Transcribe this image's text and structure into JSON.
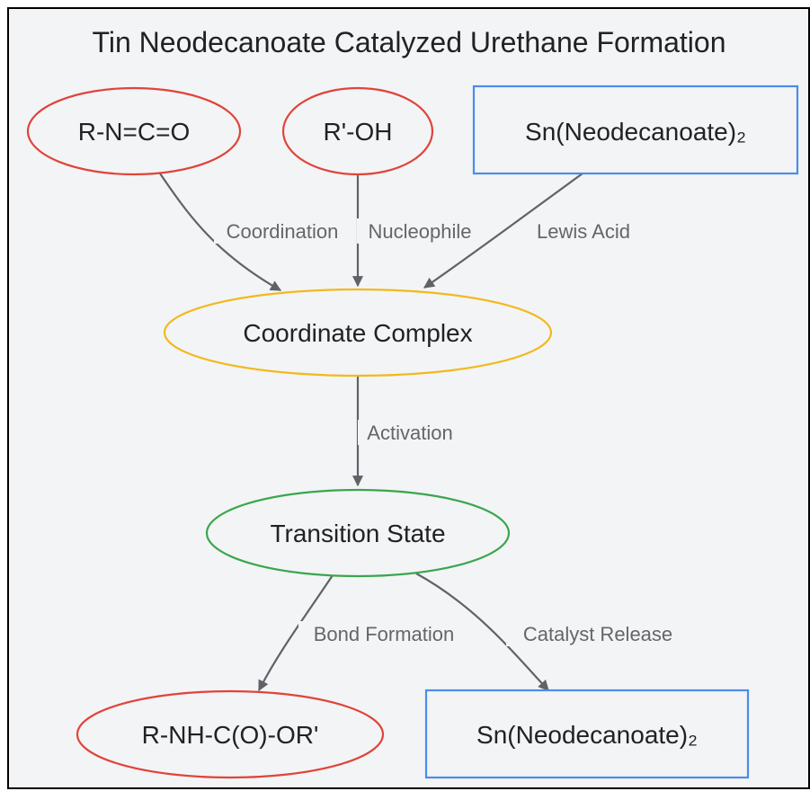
{
  "title": "Tin Neodecanoate Catalyzed Urethane Formation",
  "colors": {
    "reactant_stroke": "#e0443a",
    "catalyst_stroke": "#4a8de8",
    "complex_stroke": "#f2b91c",
    "transition_stroke": "#3aa64c",
    "edge": "#5f6368",
    "background": "#f3f4f6"
  },
  "nodes": {
    "isocyanate": {
      "label": "R-N=C=O",
      "shape": "ellipse"
    },
    "alcohol": {
      "label": "R'-OH",
      "shape": "ellipse"
    },
    "catalyst": {
      "label": "Sn(Neodecanoate)₂",
      "shape": "rectangle"
    },
    "complex": {
      "label": "Coordinate Complex",
      "shape": "ellipse"
    },
    "transition": {
      "label": "Transition State",
      "shape": "ellipse"
    },
    "urethane": {
      "label": "R-NH-C(O)-OR'",
      "shape": "ellipse"
    },
    "catalyst_released": {
      "label": "Sn(Neodecanoate)₂",
      "shape": "rectangle"
    }
  },
  "edges": {
    "coordination": {
      "from": "isocyanate",
      "to": "complex",
      "label": "Coordination"
    },
    "nucleophile": {
      "from": "alcohol",
      "to": "complex",
      "label": "Nucleophile"
    },
    "lewis_acid": {
      "from": "catalyst",
      "to": "complex",
      "label": "Lewis Acid"
    },
    "activation": {
      "from": "complex",
      "to": "transition",
      "label": "Activation"
    },
    "bond_formation": {
      "from": "transition",
      "to": "urethane",
      "label": "Bond Formation"
    },
    "catalyst_release": {
      "from": "transition",
      "to": "catalyst_released",
      "label": "Catalyst Release"
    }
  }
}
